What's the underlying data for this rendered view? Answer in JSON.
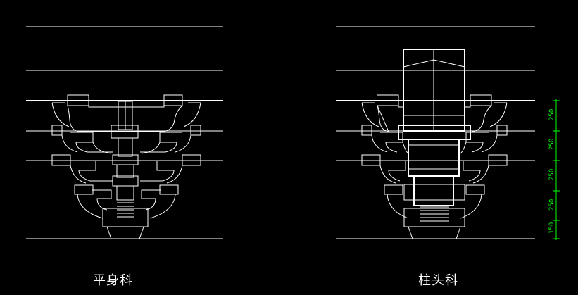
{
  "drawing": {
    "colors": {
      "background": "#000000",
      "line": "#ffffff",
      "dimension": "#00ff00"
    },
    "views": [
      {
        "id": "pingshenke",
        "label": "平身科"
      },
      {
        "id": "zhutouke",
        "label": "柱头科"
      }
    ],
    "dimensions": [
      {
        "text": "250"
      },
      {
        "text": "250"
      },
      {
        "text": "250"
      },
      {
        "text": "250"
      },
      {
        "text": "150"
      }
    ]
  }
}
